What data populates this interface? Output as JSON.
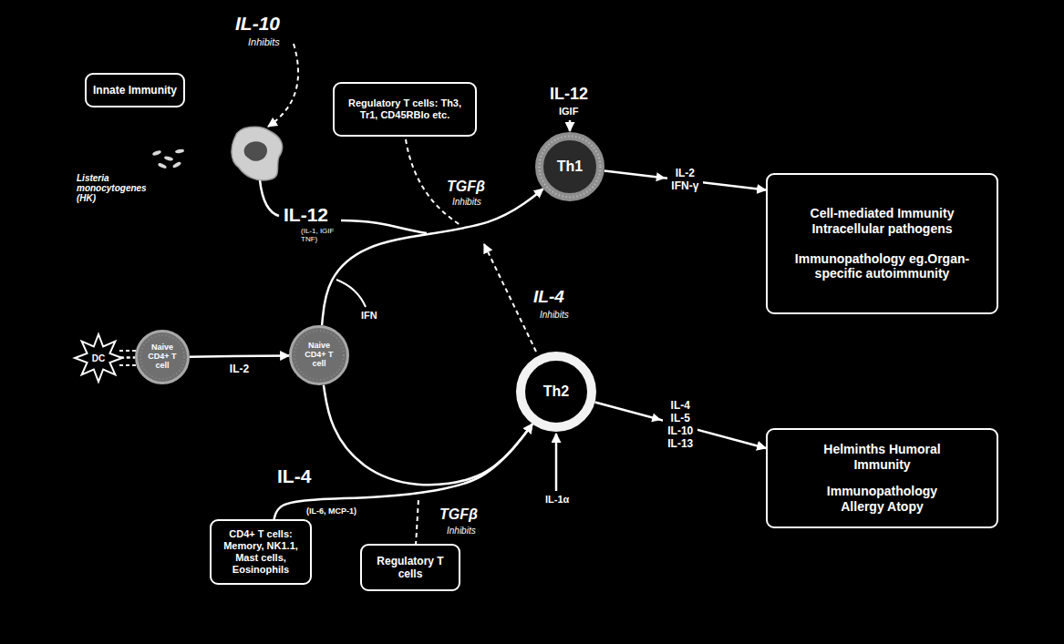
{
  "diagram": {
    "nodes": [
      {
        "text": [
          "Innate Immunity"
        ]
      },
      {
        "text": [
          "Regulatory T cells: Th3, Tr1, CD45RBlo etc."
        ]
      },
      {
        "text": [
          "Th1"
        ]
      },
      {
        "text": [
          "Cell-mediated Immunity Intracellular pathogens",
          "Immunopathology eg.Organ-specific autoimmunity"
        ]
      },
      {
        "text": [
          "DC"
        ]
      },
      {
        "text": [
          "Naive CD4+ T cell"
        ]
      },
      {
        "text": [
          "Naive CD4+ T cell"
        ]
      },
      {
        "text": [
          "Th2"
        ]
      },
      {
        "text": [
          "Helminths Humoral Immunity",
          "Immunopathology Allergy Atopy"
        ]
      },
      {
        "text": [
          "CD4+ T cells: Memory, NK1.1, Mast cells, Eosinophils"
        ]
      },
      {
        "text": [
          "Regulatory T cells"
        ]
      }
    ],
    "edges": [
      {
        "from": 4,
        "to": 5,
        "arrow": "none"
      },
      {
        "from": 5,
        "to": 6,
        "arrow": "to",
        "label": "IL-2"
      },
      {
        "from": 6,
        "to": 2,
        "arrow": "to"
      },
      {
        "from": 6,
        "to": 7,
        "arrow": "to"
      },
      {
        "from": 9,
        "to": 7,
        "arrow": "to"
      },
      {
        "from": 2,
        "to": 3,
        "arrow": "to",
        "label": "IL-2 IFN-γ"
      },
      {
        "from": 7,
        "to": 8,
        "arrow": "to",
        "label": "IL-4 IL-5 IL-10 IL-13"
      }
    ],
    "labels": [
      "IL-10",
      "Inhibits",
      "Listeria monocytogenes (HK)",
      "IL-12",
      "(IL-1, IGIF TNF)",
      "TGFβ",
      "Inhibits",
      "IL-12",
      "IGIF",
      "IFN",
      "IL-4",
      "Inhibits",
      "IL-4",
      "(IL-6, MCP-1)",
      "TGFβ",
      "Inhibits",
      "IL-1α"
    ]
  }
}
